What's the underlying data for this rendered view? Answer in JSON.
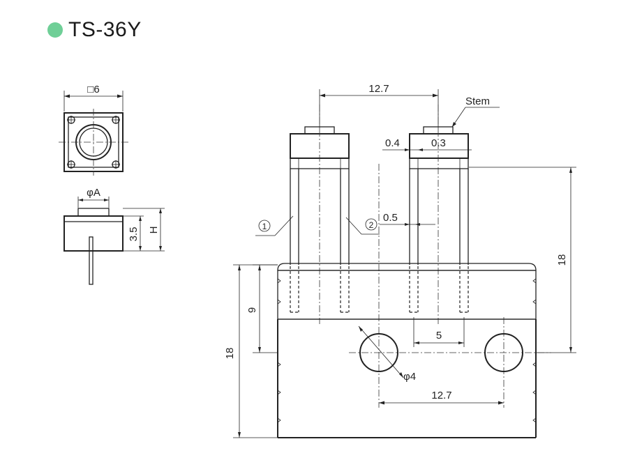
{
  "header": {
    "title": "TS-36Y",
    "bullet_color": "#6fcf97"
  },
  "top_view": {
    "size_label": "□6"
  },
  "side_view": {
    "diameter_label": "φA",
    "height_label": "3.5",
    "h_label": "H"
  },
  "front_view": {
    "pitch_top": "12.7",
    "stem_label": "Stem",
    "dim_04": "0.4",
    "dim_03": "0.3",
    "dim_05": "0.5",
    "callout_1": "1",
    "callout_2": "2",
    "dim_18_right": "18",
    "dim_9": "9",
    "dim_18_left": "18",
    "dim_5": "5",
    "hole_diameter": "φ4",
    "pitch_bottom": "12.7"
  }
}
